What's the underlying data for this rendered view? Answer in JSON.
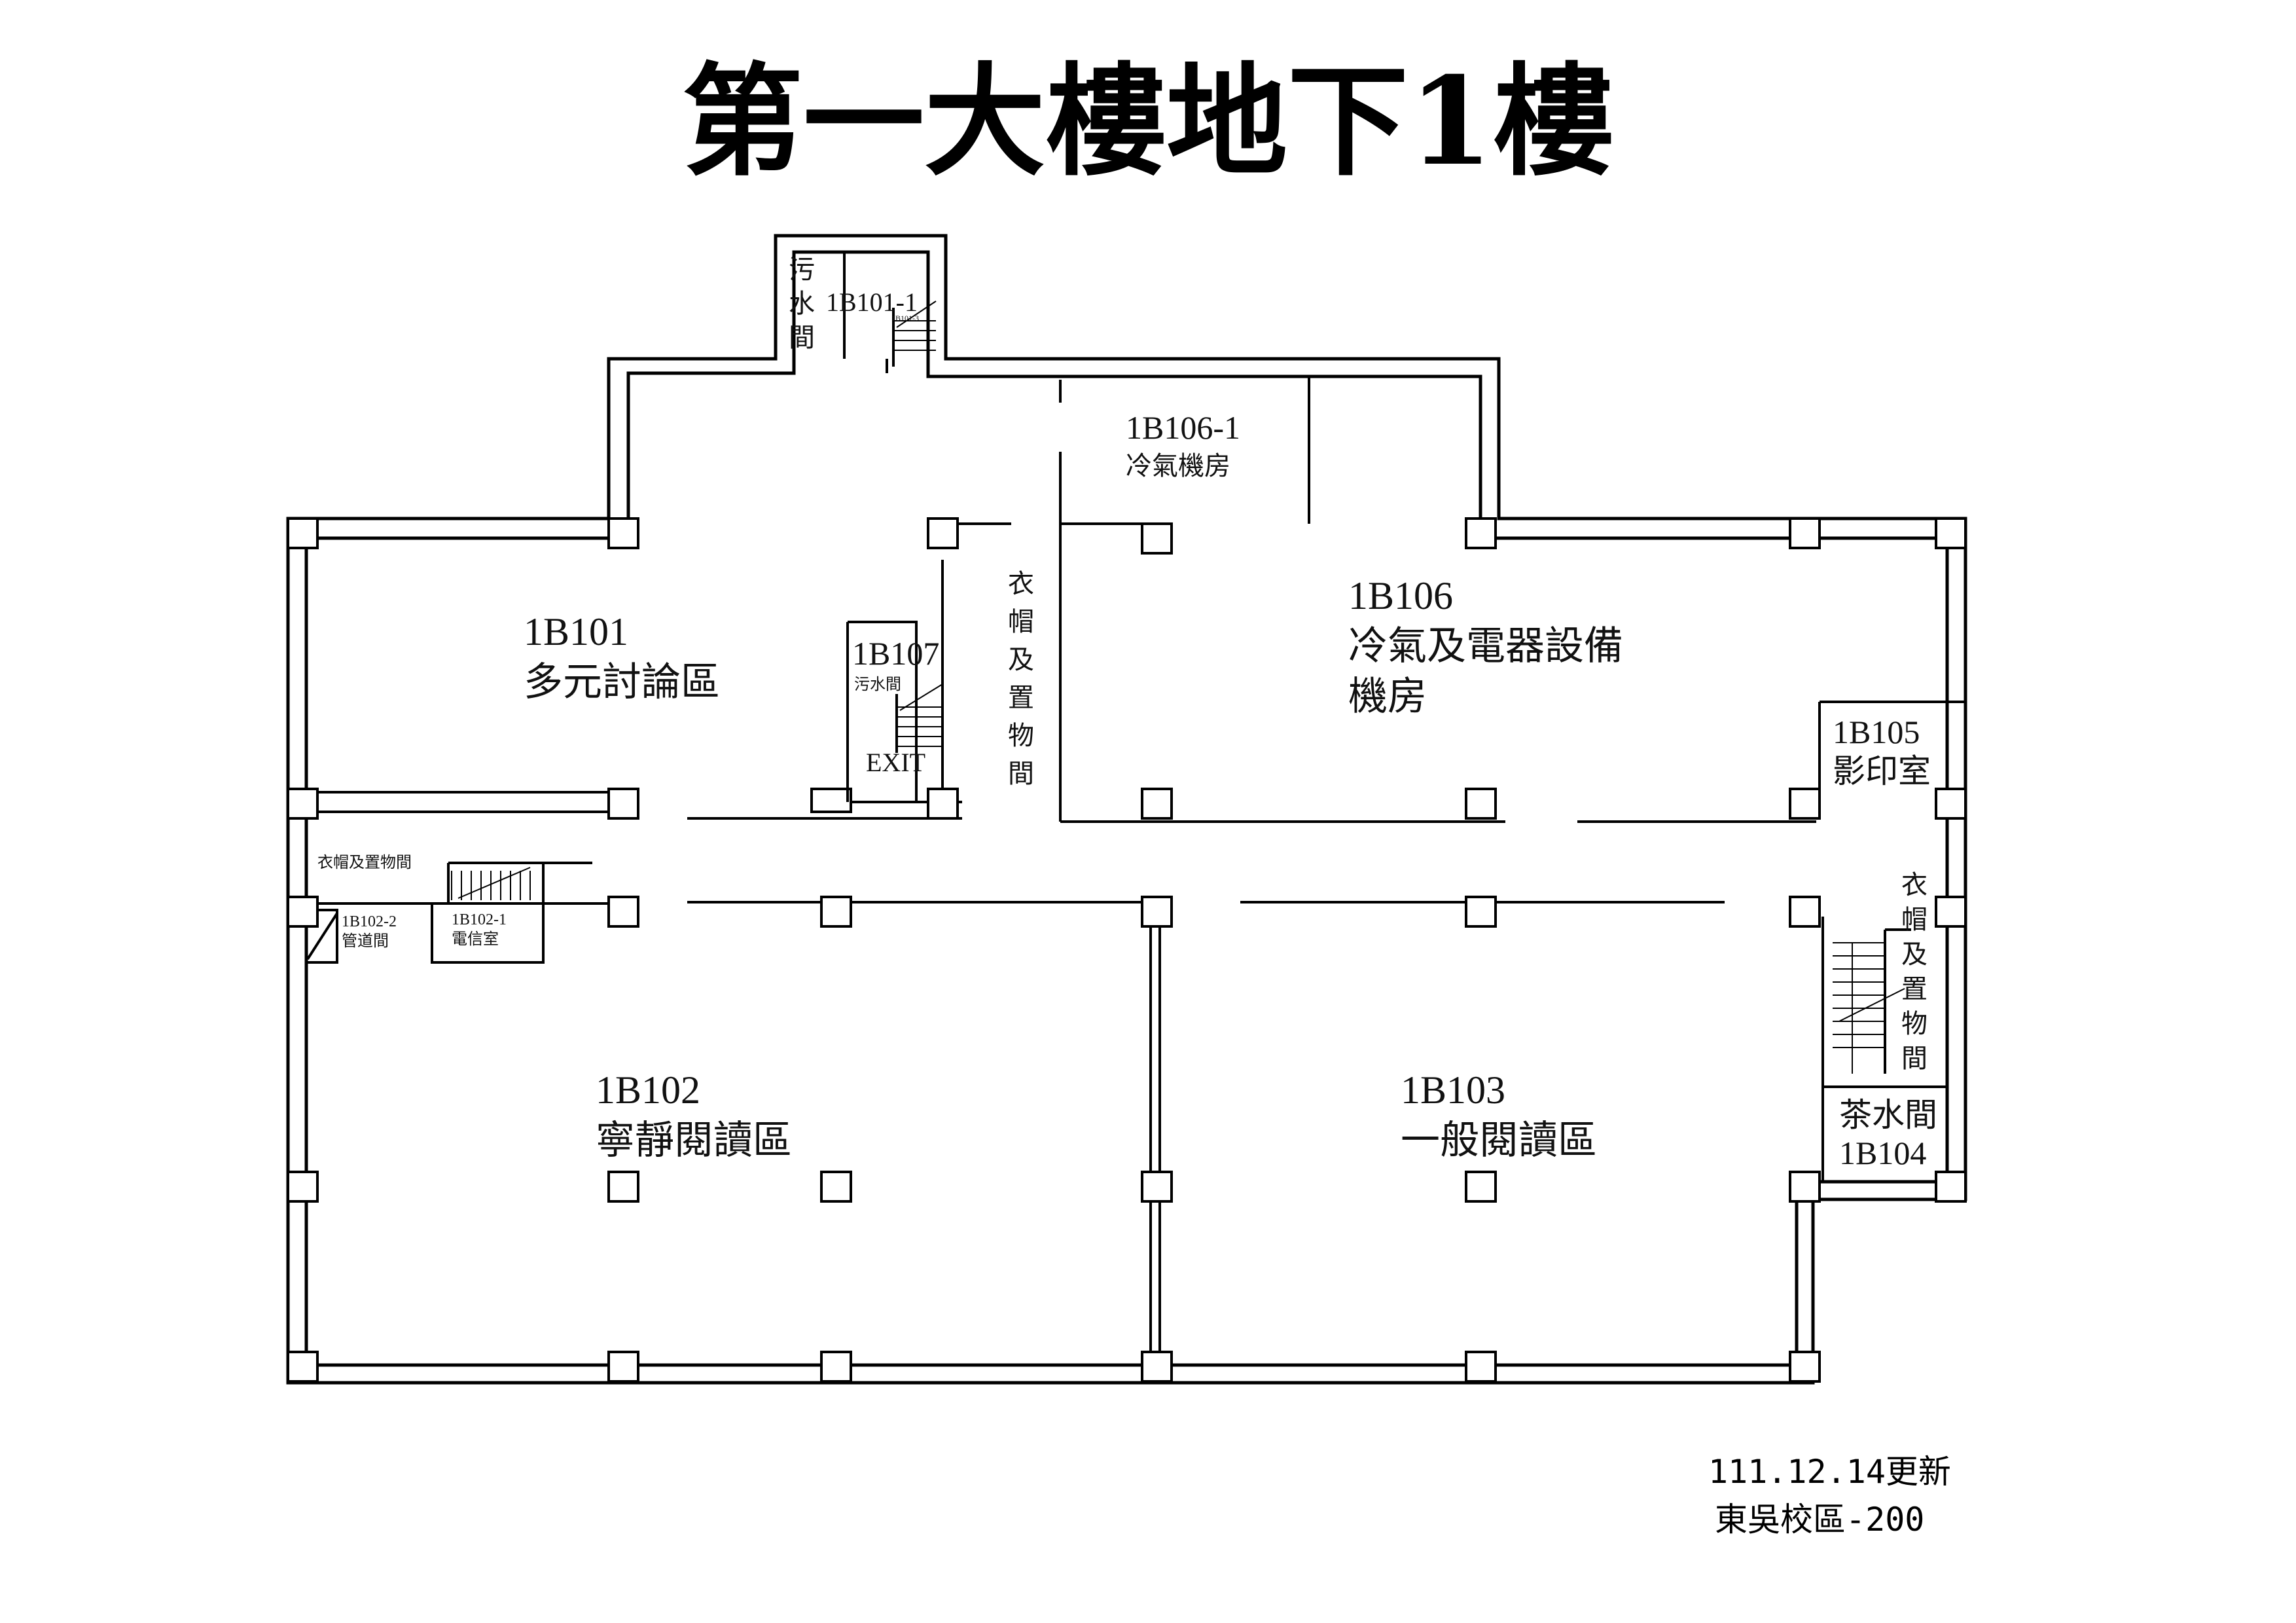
{
  "title": "第一大樓地下1樓",
  "rooms": {
    "r1b101": {
      "code": "1B101",
      "name": "多元討論區"
    },
    "r1b102": {
      "code": "1B102",
      "name": "寧靜閱讀區"
    },
    "r1b103": {
      "code": "1B103",
      "name": "一般閱讀區"
    },
    "r1b104": {
      "code": "1B104",
      "name": "茶水間"
    },
    "r1b105": {
      "code": "1B105",
      "name": "影印室"
    },
    "r1b106": {
      "code": "1B106",
      "name_line1": "冷氣及電器設備",
      "name_line2": "機房"
    },
    "r1b106_1": {
      "code": "1B106-1",
      "name": "冷氣機房"
    },
    "r1b107": {
      "code": "1B107",
      "sub": "污水間",
      "exit": "EXIT"
    },
    "r1b101_1": {
      "code": "1B101-1",
      "small_code": "1B101-3",
      "sewage": [
        "污",
        "水",
        "間"
      ]
    },
    "r1b102_1": {
      "code": "1B102-1",
      "name": "電信室"
    },
    "r1b102_2": {
      "code": "1B102-2",
      "name": "管道間"
    },
    "cloak_left": {
      "name": "衣帽及置物間"
    },
    "cloak_center": {
      "chars": [
        "衣",
        "帽",
        "及",
        "置",
        "物",
        "間"
      ]
    },
    "cloak_right": {
      "chars": [
        "衣",
        "帽",
        "及",
        "置",
        "物",
        "間"
      ]
    }
  },
  "footer": {
    "updated": "111.12.14更新",
    "campus": "東吳校區-200"
  }
}
